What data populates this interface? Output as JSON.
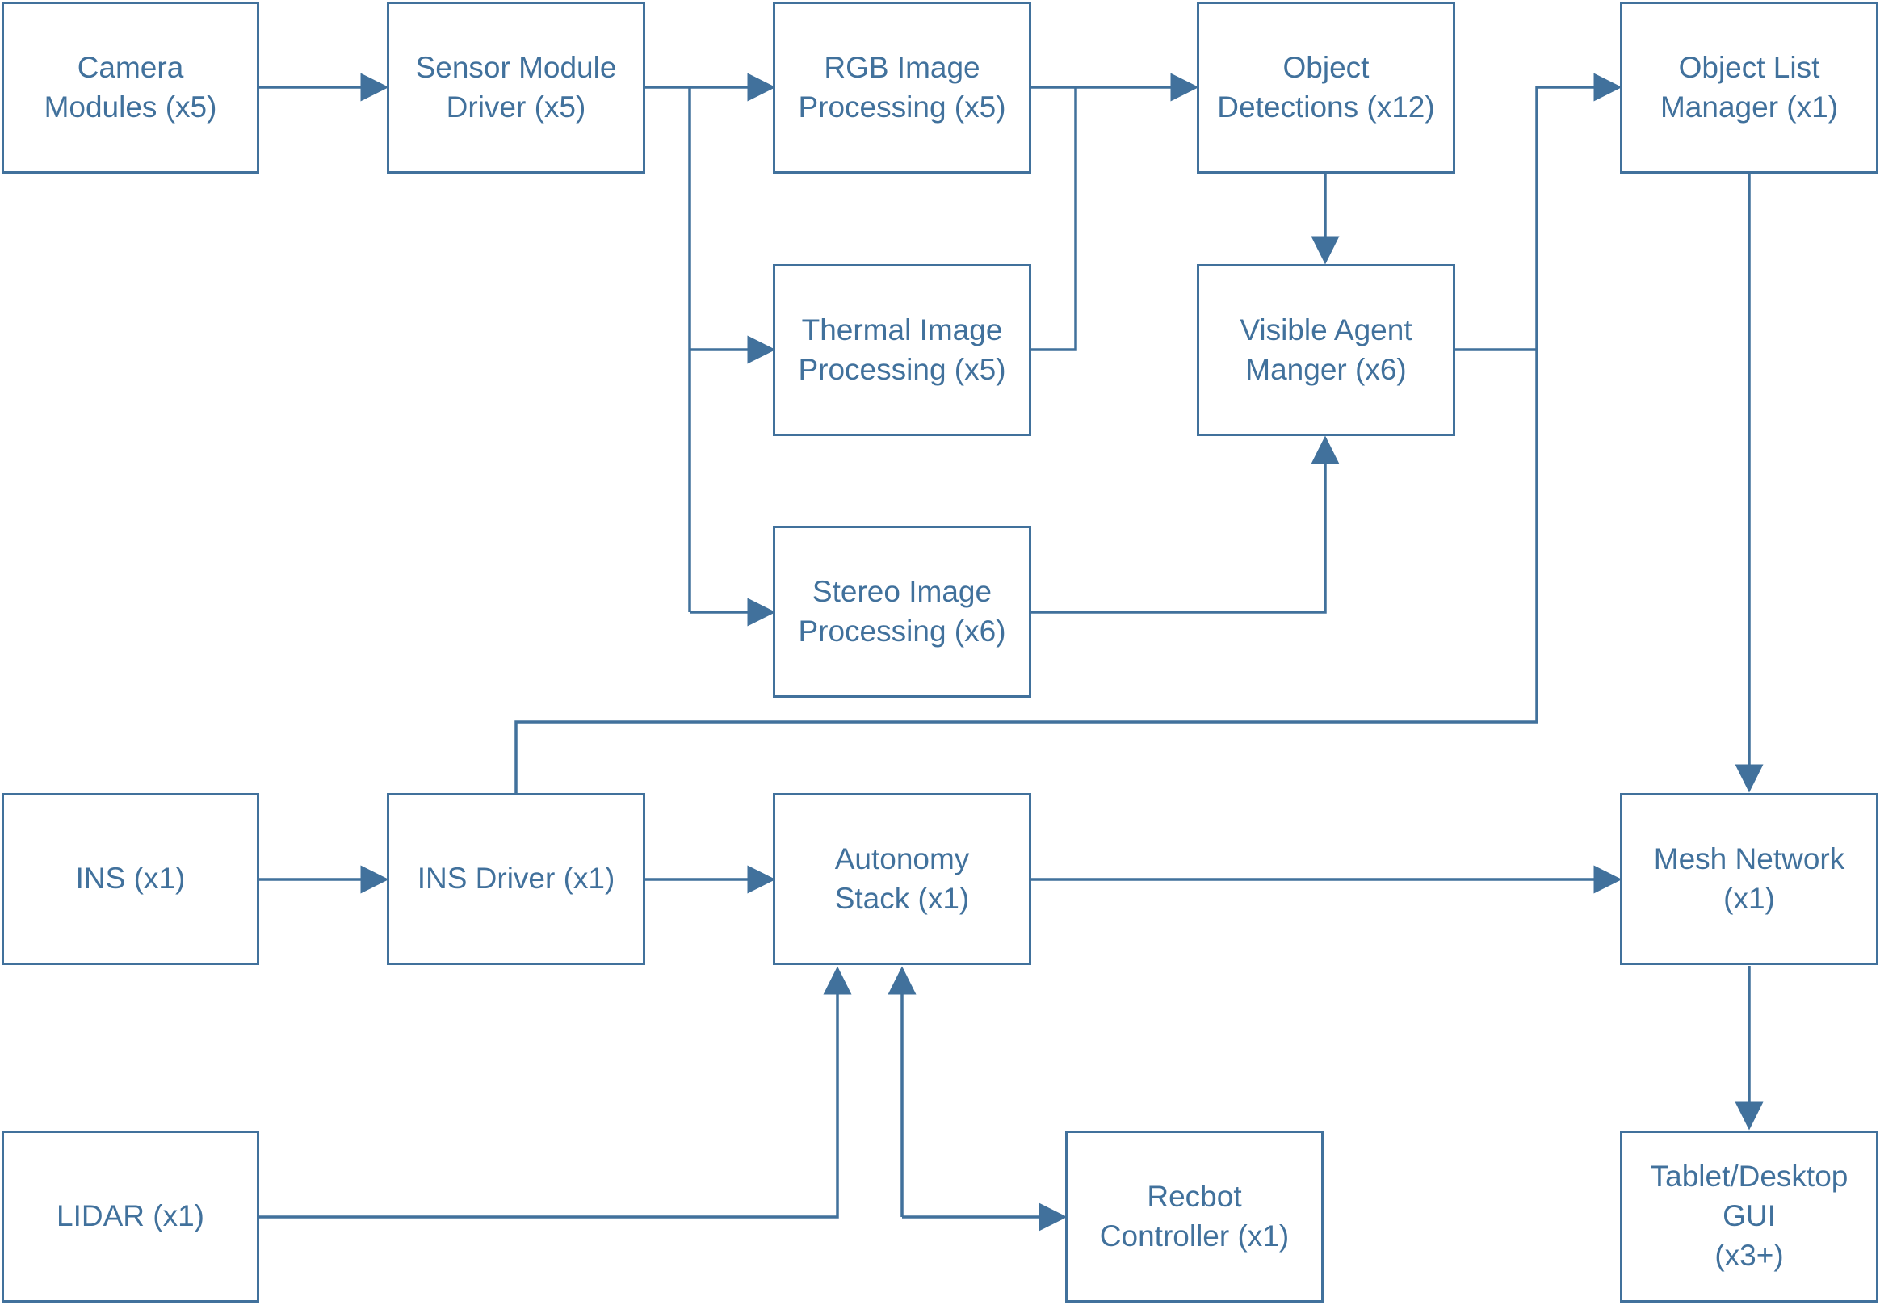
{
  "colors": {
    "stroke": "#41719C",
    "text": "#41719C",
    "background": "#ffffff"
  },
  "nodes": {
    "camera_modules": "Camera\nModules (x5)",
    "sensor_module_driver": "Sensor Module\nDriver (x5)",
    "rgb_image_processing": "RGB Image\nProcessing (x5)",
    "object_detections": "Object\nDetections (x12)",
    "object_list_manager": "Object List\nManager (x1)",
    "thermal_image_processing": "Thermal Image\nProcessing (x5)",
    "visible_agent_manager": "Visible Agent\nManger (x6)",
    "stereo_image_processing": "Stereo Image\nProcessing (x6)",
    "ins": "INS (x1)",
    "ins_driver": "INS Driver (x1)",
    "autonomy_stack": "Autonomy\nStack (x1)",
    "mesh_network": "Mesh Network\n(x1)",
    "lidar": "LIDAR (x1)",
    "recbot_controller": "Recbot\nController (x1)",
    "tablet_desktop_gui": "Tablet/Desktop\nGUI\n(x3+)"
  }
}
